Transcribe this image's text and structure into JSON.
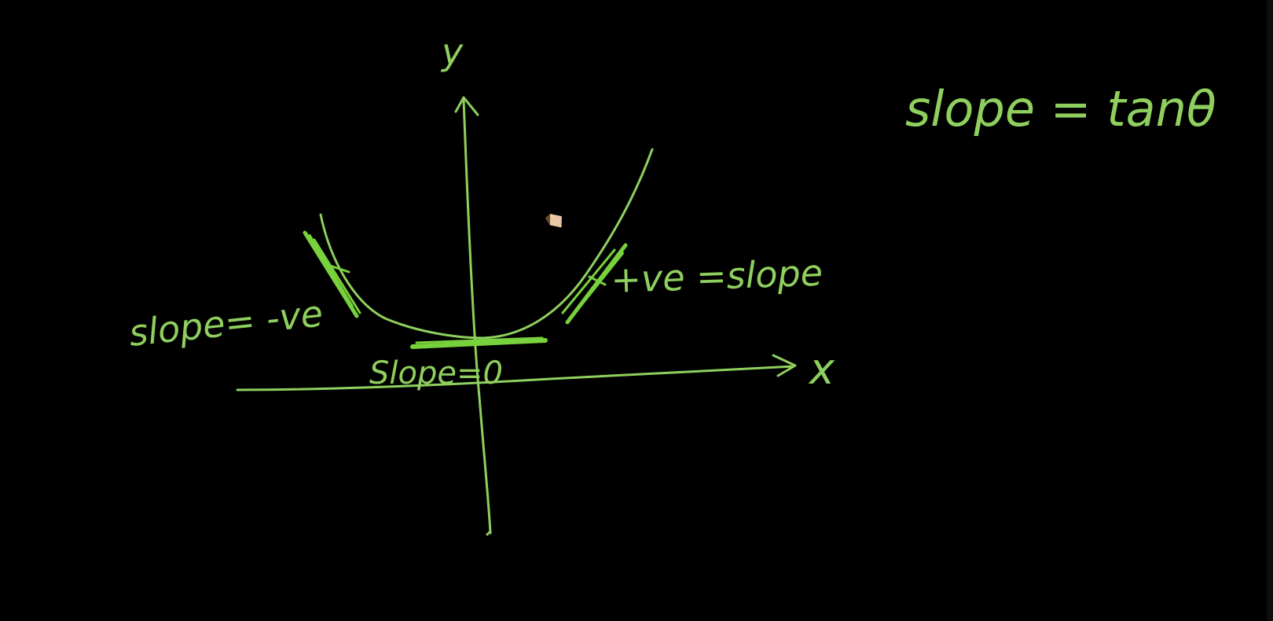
{
  "colors": {
    "background": "#000000",
    "ink": "#8fcf5e",
    "ink_bright": "#78d23c",
    "cursor_body": "#e7c8a6",
    "cursor_tip": "#6b4a2b"
  },
  "labels": {
    "y_axis": "y",
    "x_axis": "x",
    "negative_slope": "slope= -ve",
    "positive_slope": "+ve =slope",
    "zero_slope": "Slope=0",
    "slope_formula": "slope = tanθ"
  },
  "icons": {
    "cursor": "pencil-cursor-icon"
  }
}
